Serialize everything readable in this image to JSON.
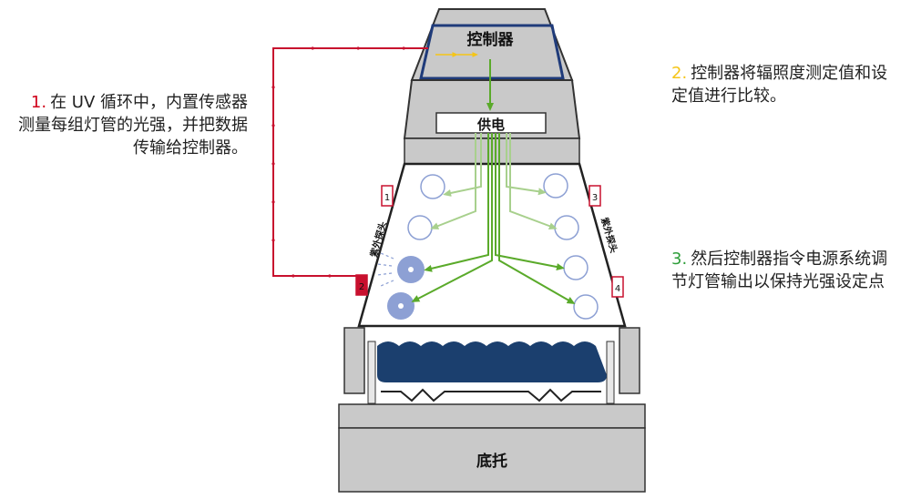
{
  "labels": {
    "controller": "控制器",
    "power_supply": "供电",
    "uv_probe_left": "紫外探头",
    "uv_probe_right": "紫外探头",
    "base": "底托",
    "sensor_1": "1",
    "sensor_2": "2",
    "sensor_3": "3",
    "sensor_4": "4"
  },
  "notes": [
    {
      "number": "1.",
      "text": "在 UV 循环中，内置传感器测量每组灯管的光强，并把数据传输给控制器。",
      "color": "#d0021b"
    },
    {
      "number": "2.",
      "text": "控制器将辐照度测定值和设定值进行比较。",
      "color": "#f5c518"
    },
    {
      "number": "3.",
      "text": "然后控制器指令电源系统调节灯管输出以保持光强设定点",
      "color": "#2e9e3a"
    }
  ],
  "colors": {
    "housing_grey": "#c9c9c9",
    "lamp_blue": "#8da0d4",
    "water_dark": "#1b3f6e",
    "control_line": "#c8102e",
    "green_flow": "#5aaa2a",
    "comparison_yellow": "#f5c518",
    "frame_blue": "#1f3b7a"
  }
}
